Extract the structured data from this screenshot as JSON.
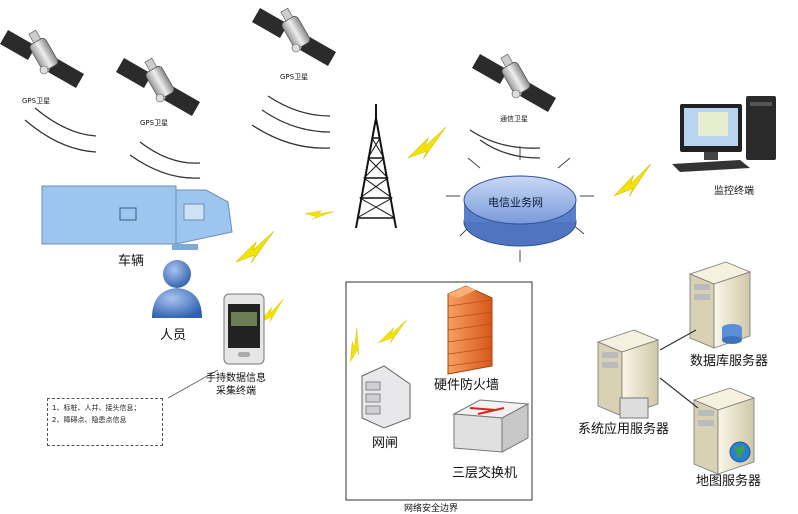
{
  "labels": {
    "gps_sat_1": "GPS卫星",
    "gps_sat_2": "GPS卫星",
    "gps_sat_3": "GPS卫星",
    "comm_sat": "通信卫星",
    "telecom_network": "电信业务网",
    "monitor_terminal": "监控终端",
    "vehicle": "车辆",
    "person": "人员",
    "handheld": "手持数据信息\n采集终端",
    "firewall": "硬件防火墙",
    "gateway": "网闸",
    "switch": "三层交换机",
    "security_boundary": "网络安全边界",
    "app_server": "系统应用服务器",
    "db_server": "数据库服务器",
    "map_server": "地图服务器"
  },
  "note_lines": [
    "1、标桩、人井、接头信息；",
    "2、障碍点、隐患点信息"
  ],
  "colors": {
    "lightning": "#f2e300",
    "vehicle_fill": "#9cc6ee",
    "firewall": "#f07a2a",
    "network_fill": "#6e8fd0",
    "server_fill": "#f0ead6"
  }
}
